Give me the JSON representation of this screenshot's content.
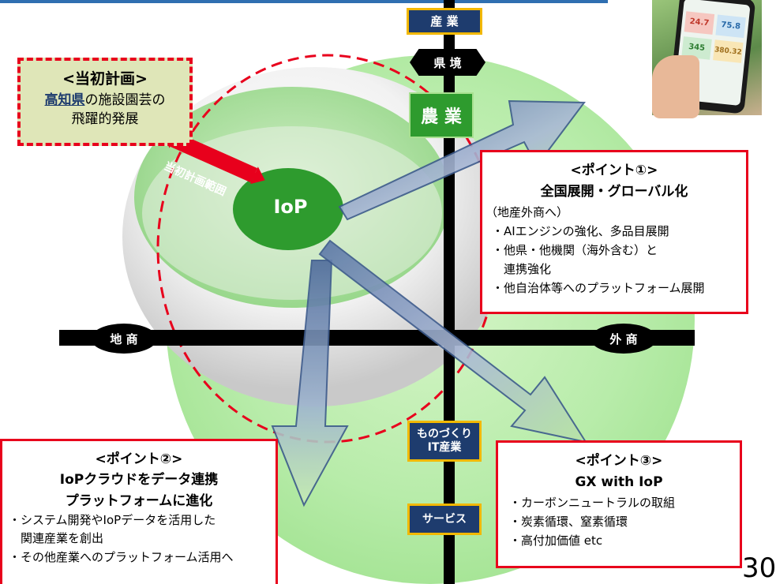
{
  "axis": {
    "top1": "産 業",
    "top2": "県 境",
    "agri": "農 業",
    "left": "地 商",
    "right": "外 商",
    "mono": "ものづくり\nIT産業",
    "service": "サービス"
  },
  "center": {
    "label": "IoP"
  },
  "initial_range_label": "当初計画範囲",
  "initial_plan": {
    "title": "<当初計画>",
    "line1_bold": "高知県",
    "line1_rest": "の施設園芸の",
    "line2": "飛躍的発展"
  },
  "point1": {
    "title": "<ポイント①>",
    "subtitle": "全国展開・グローバル化",
    "lines": [
      "（地産外商へ）",
      "・AIエンジンの強化、多品目展開",
      "・他県・他機関（海外含む）と",
      "　連携強化",
      "・他自治体等へのプラットフォーム展開"
    ]
  },
  "point2": {
    "title": "<ポイント②>",
    "subtitle1": "IoPクラウドをデータ連携",
    "subtitle2": "プラットフォームに進化",
    "lines": [
      "・システム開発やIoPデータを活用した",
      "　関連産業を創出",
      "・その他産業へのプラットフォーム活用へ"
    ]
  },
  "point3": {
    "title": "<ポイント③>",
    "subtitle": "GX with IoP",
    "lines": [
      "・カーボンニュートラルの取組",
      "・炭素循環、窒素循環",
      "・高付加価値 etc"
    ]
  },
  "page_number": "30",
  "phone": {
    "values": [
      "24.7",
      "75.8",
      "345",
      "380.32"
    ]
  },
  "colors": {
    "red": "#e8001c",
    "navy": "#1e3c6e",
    "green": "#2e9b2e",
    "gold": "#f2b800"
  }
}
